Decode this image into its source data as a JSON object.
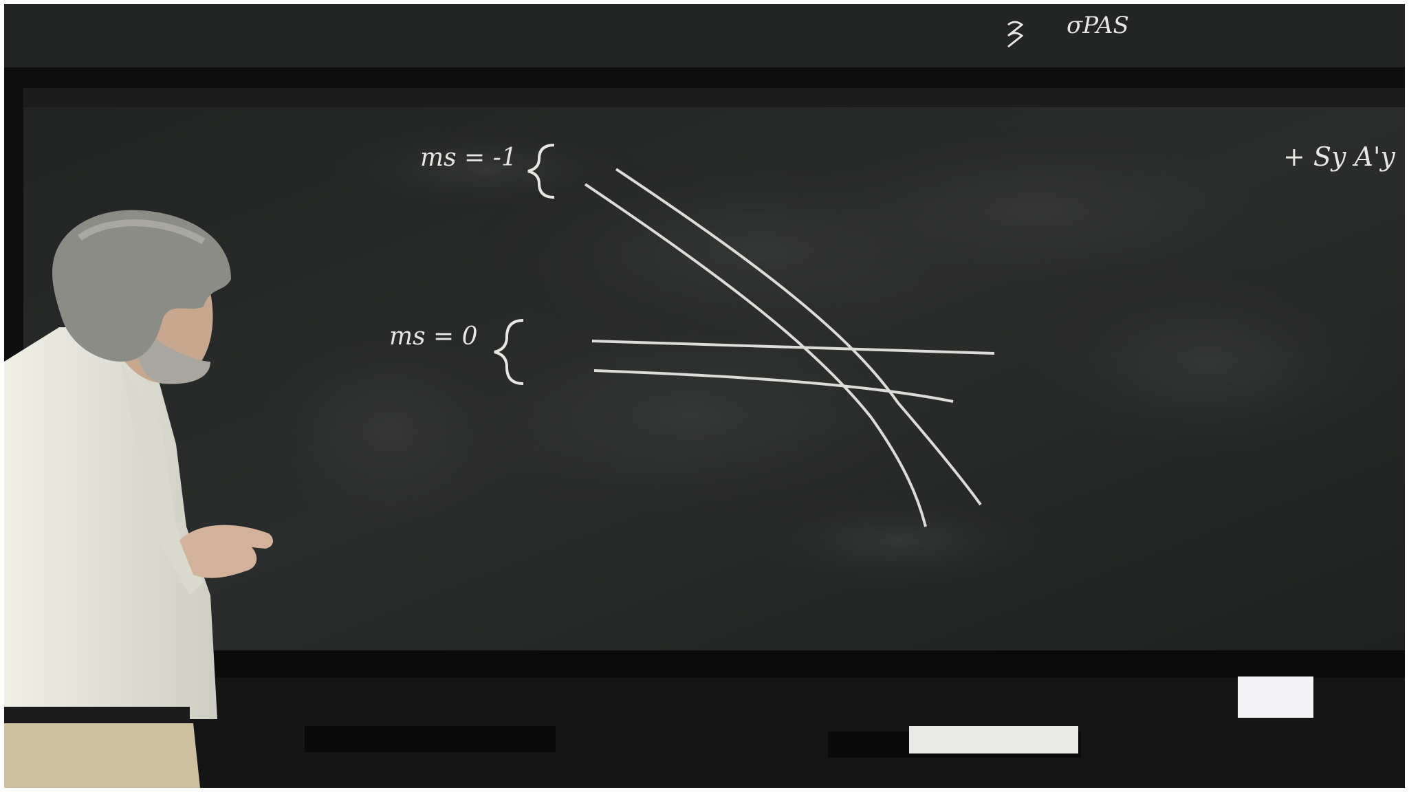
{
  "scene": {
    "description_kind": "lecture-photo",
    "palette": {
      "board": "#262827",
      "board_dark": "#1b1c1b",
      "chalk": "#e6e6e2",
      "frame": "#0c0c0c",
      "tray": "#151515",
      "shirt": "#e4e3d6",
      "pants": "#cdbf9f",
      "hair": "#8c8c86",
      "skin": "#d3b29c"
    }
  },
  "board": {
    "top_label": "σPAS",
    "top_right_term": "+ Sy A'y",
    "level_upper": "ms = -1",
    "level_lower": "ms = 0"
  },
  "crossing_diagram": {
    "upper_level_lines": 2,
    "lower_level_lines": 2
  }
}
